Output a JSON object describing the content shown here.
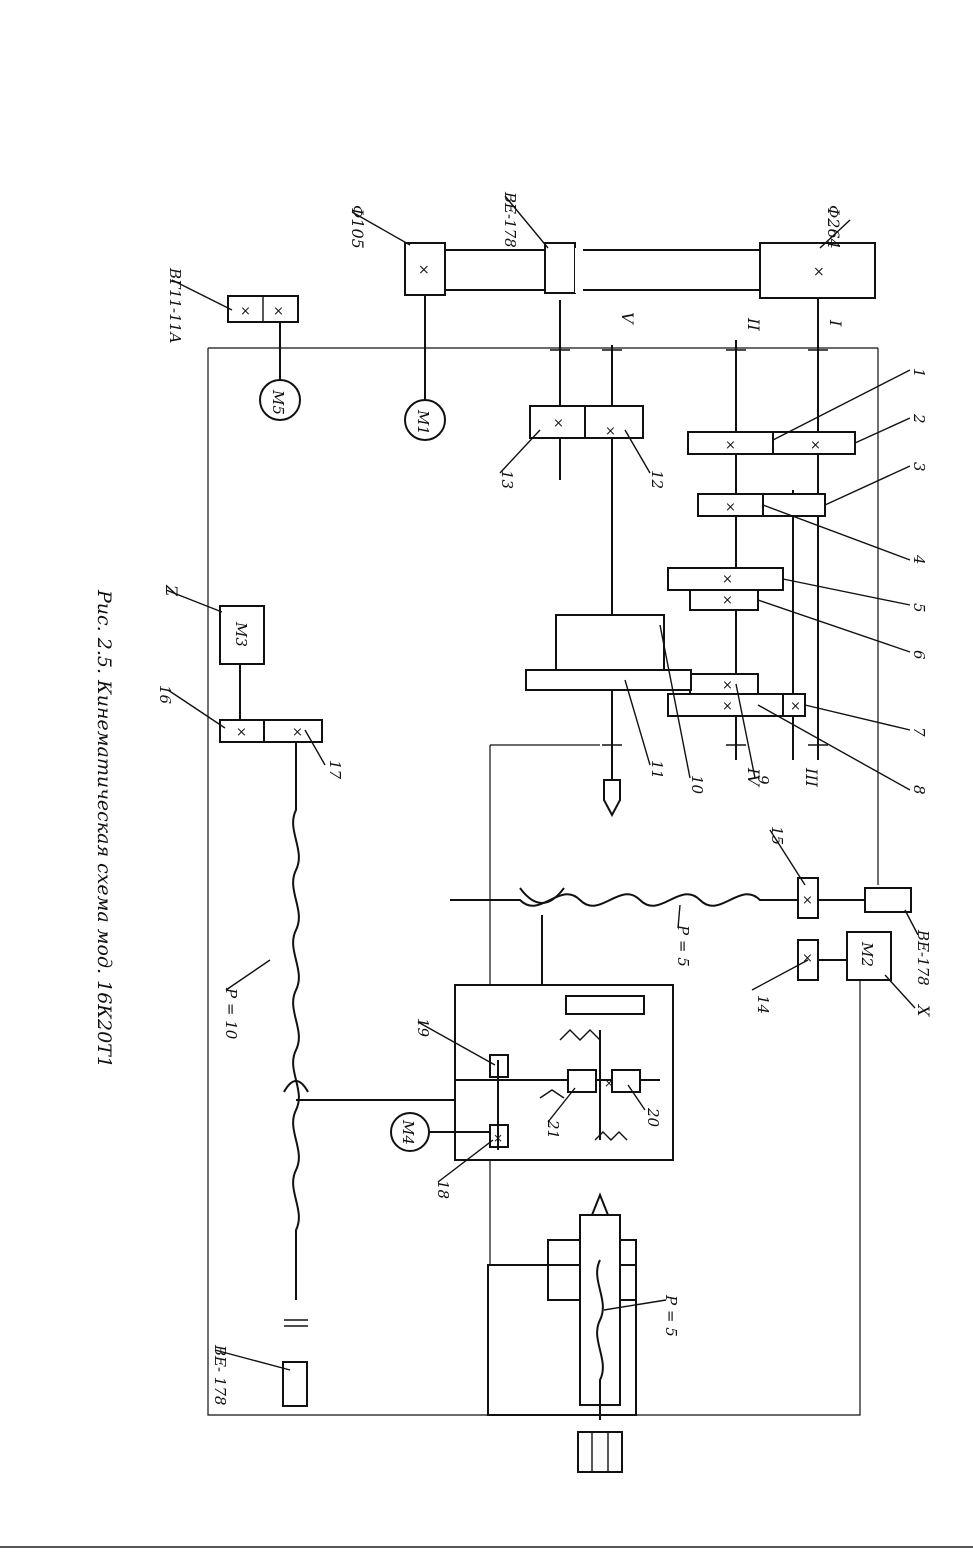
{
  "caption": "Рис. 2.5. Кинематическая схема мод. 16К20Т1",
  "labels": {
    "pulley_large": "Ф264",
    "pulley_small": "Ф105",
    "encoder_top": "ВЕ-178",
    "encoder_right": "ВЕ-178",
    "encoder_bottom": "ВЕ- 178",
    "brake": "ВГ11-11А",
    "motor_main": "М1",
    "motor_feed_x": "М2",
    "motor_feed_z": "М3",
    "motor_turret": "М4",
    "motor_pump": "М5",
    "axis_x": "X",
    "axis_z": "Z",
    "screw_x": "P = 5",
    "screw_z": "P = 10",
    "screw_tailstock": "P = 5",
    "shaft_1": "I",
    "shaft_2": "II",
    "shaft_3": "III",
    "shaft_4": "IV",
    "shaft_5": "V"
  },
  "parts": [
    "1",
    "2",
    "3",
    "4",
    "5",
    "6",
    "7",
    "8",
    "9",
    "10",
    "11",
    "12",
    "13",
    "14",
    "15",
    "16",
    "17",
    "18",
    "19",
    "20",
    "21"
  ]
}
